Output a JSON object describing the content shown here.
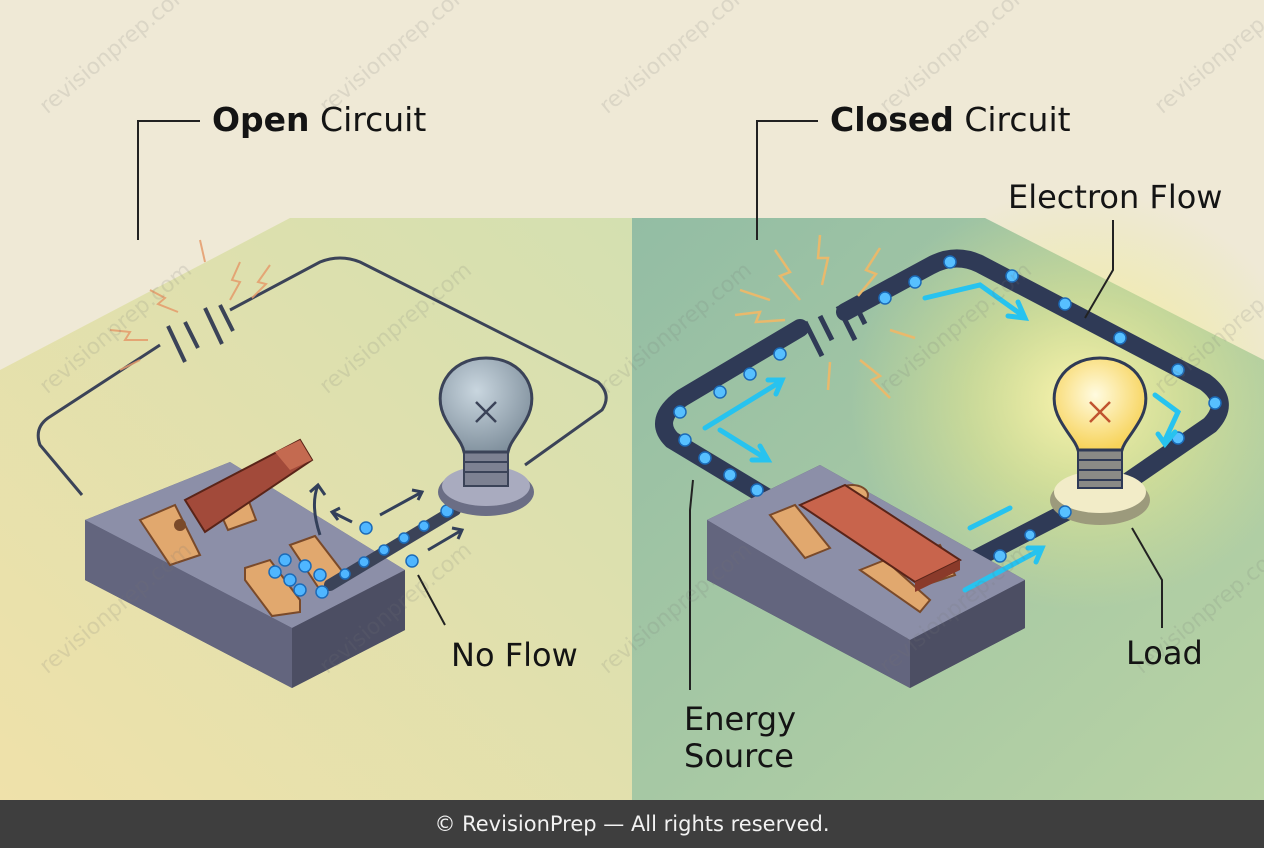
{
  "panels": {
    "open": {
      "title_bold": "Open",
      "title_rest": " Circuit",
      "callout_no_flow": "No Flow"
    },
    "closed": {
      "title_bold": "Closed",
      "title_rest": " Circuit",
      "callout_electron_flow": "Electron Flow",
      "callout_load": "Load",
      "callout_energy_source_line1": "Energy",
      "callout_energy_source_line2": "Source"
    }
  },
  "watermark": "revisionprep.com",
  "footer": {
    "text": "© RevisionPrep — All rights reserved."
  },
  "colors": {
    "background_top": "#efe9d6",
    "open_panel": "#e6e3b4",
    "closed_panel": "#a6c7a4",
    "wire": "#3b4358",
    "electron": "#4fb6ff",
    "flow_arrow": "#27c3ef",
    "switch_base": "#63657e",
    "switch_lever": "#a24a3a",
    "bulb_glow": "#ffe27a",
    "footer_bg": "#3e3e3e"
  },
  "icons": [
    "battery-icon",
    "switch-icon",
    "light-bulb-icon",
    "electron-icon",
    "spark-icon"
  ]
}
